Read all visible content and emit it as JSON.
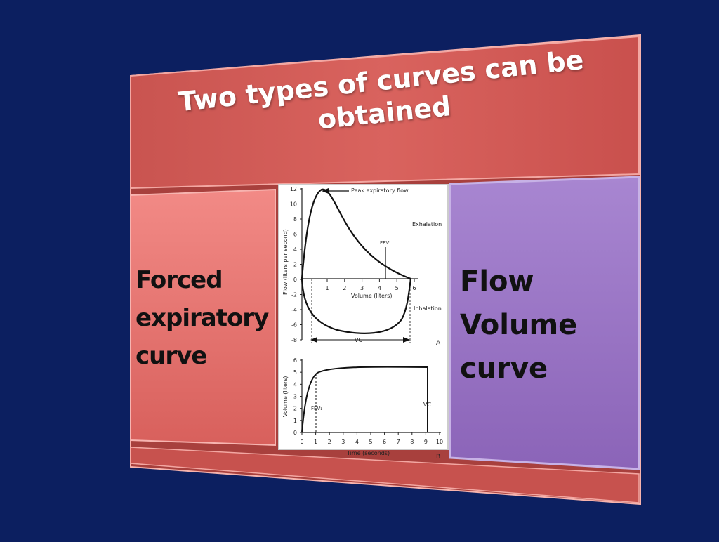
{
  "colors": {
    "background": "#0c1f60",
    "header_panel": "#d45a56",
    "left_panel": "#e06763",
    "right_panel": "#9b74c2",
    "figure_bg": "#ffffff"
  },
  "title": {
    "line1": "Two types of curves can be",
    "line2": "obtained"
  },
  "left_box": {
    "lines": [
      "Forced",
      "expiratory",
      "curve"
    ]
  },
  "right_box": {
    "lines": [
      "Flow",
      "Volume",
      "curve"
    ]
  },
  "figure": {
    "panel_a": {
      "ylabel": "Flow (liters per second)",
      "xlabel": "Volume (liters)",
      "yticks": [
        "12",
        "10",
        "8",
        "6",
        "4",
        "2",
        "0",
        "-2",
        "-4",
        "-6",
        "-8"
      ],
      "xticks": [
        "1",
        "2",
        "3",
        "4",
        "5",
        "6"
      ],
      "peak_label": "Peak expiratory flow",
      "exhalation_label": "Exhalation",
      "inhalation_label": "Inhalation",
      "fev1_label": "FEV₁",
      "vc_label": "VC",
      "panel_letter": "A"
    },
    "panel_b": {
      "ylabel": "Volume (liters)",
      "xlabel": "Time (seconds)",
      "yticks": [
        "6",
        "5",
        "4",
        "3",
        "2",
        "1",
        "0"
      ],
      "xticks": [
        "0",
        "1",
        "2",
        "3",
        "4",
        "5",
        "6",
        "7",
        "8",
        "9",
        "10"
      ],
      "fev1_label": "FEV₁",
      "vc_label": "VC",
      "panel_letter": "B"
    }
  }
}
